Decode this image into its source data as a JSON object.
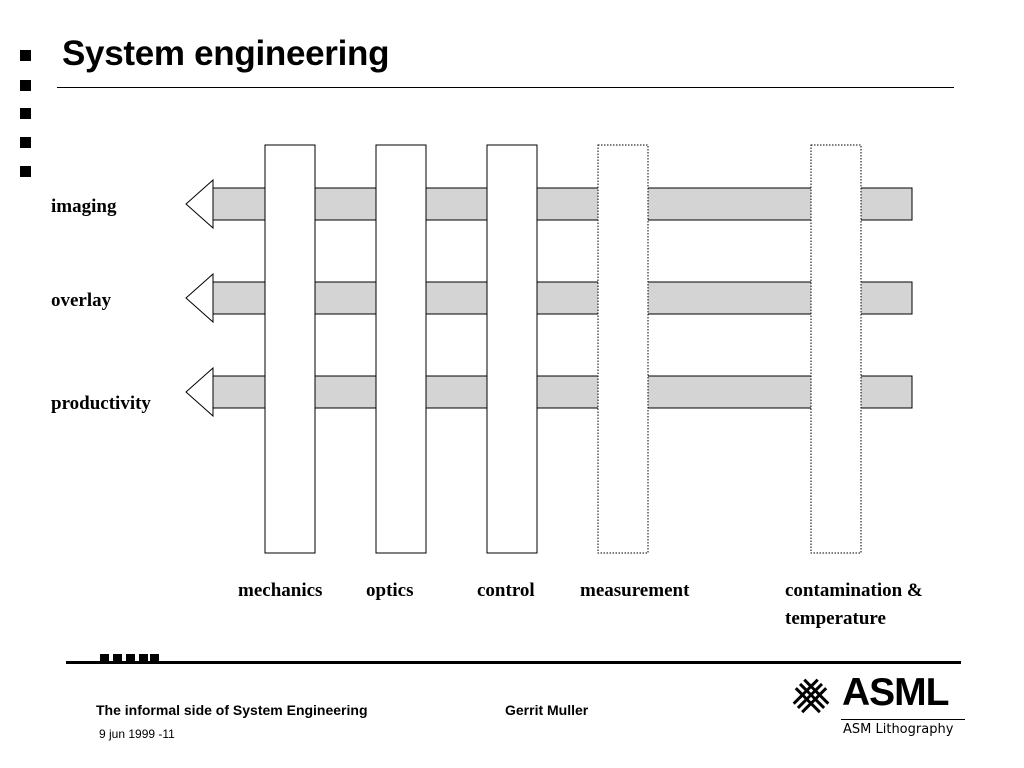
{
  "slide": {
    "title": "System engineering"
  },
  "diagram": {
    "rows": [
      {
        "label": "imaging"
      },
      {
        "label": "overlay"
      },
      {
        "label": "productivity"
      }
    ],
    "columns": [
      {
        "label": "mechanics",
        "style": "solid"
      },
      {
        "label": "optics",
        "style": "solid"
      },
      {
        "label": "control",
        "style": "solid"
      },
      {
        "label": "measurement",
        "style": "dotted"
      },
      {
        "label_line1": "contamination &",
        "label_line2": "temperature",
        "style": "dotted"
      }
    ],
    "colors": {
      "bar_fill": "#d4d4d4",
      "outline": "#000000",
      "column_fill": "#ffffff"
    }
  },
  "footer": {
    "presentation_title": "The informal side of System Engineering",
    "author": "Gerrit Muller",
    "date_page": "9 jun 1999 -11"
  },
  "logo": {
    "wordmark": "ASML",
    "subtitle": "ASM Lithography"
  }
}
